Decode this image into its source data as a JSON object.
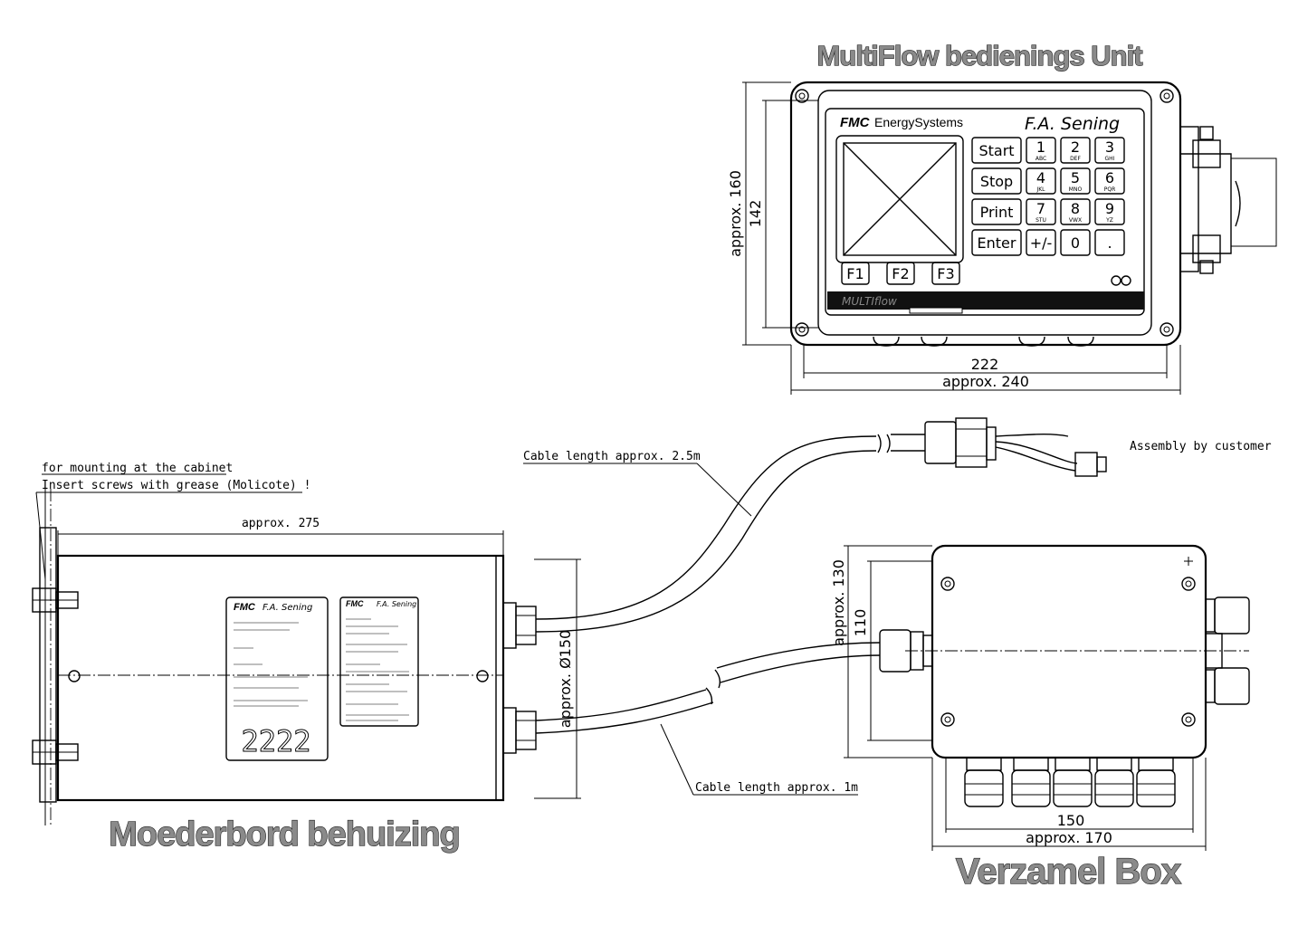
{
  "titles": {
    "unit": "MultiFlow bedienings Unit",
    "motherboard": "Moederbord behuizing",
    "box": "Verzamel Box"
  },
  "unit": {
    "brand": "FMC",
    "brand_suffix": "EnergySystems",
    "maker": "F.A. Sening",
    "display_label": "MULTIflow",
    "keys": [
      {
        "label": "Start",
        "sub": ""
      },
      {
        "label": "1",
        "sub": "ABC"
      },
      {
        "label": "2",
        "sub": "DEF"
      },
      {
        "label": "3",
        "sub": "GHI"
      },
      {
        "label": "Stop",
        "sub": ""
      },
      {
        "label": "4",
        "sub": "JKL"
      },
      {
        "label": "5",
        "sub": "MNO"
      },
      {
        "label": "6",
        "sub": "PQR"
      },
      {
        "label": "Print",
        "sub": ""
      },
      {
        "label": "7",
        "sub": "STU"
      },
      {
        "label": "8",
        "sub": "VWX"
      },
      {
        "label": "9",
        "sub": "YZ"
      },
      {
        "label": "Enter",
        "sub": ""
      },
      {
        "label": "+/-",
        "sub": ""
      },
      {
        "label": "0",
        "sub": ""
      },
      {
        "label": ".",
        "sub": ""
      }
    ],
    "fkeys": [
      "F1",
      "F2",
      "F3"
    ],
    "dims": {
      "height_outer": "approx. 160",
      "height_inner": "142",
      "width_inner": "222",
      "width_outer": "approx. 240"
    }
  },
  "motherboard": {
    "note_line1": "for mounting at the cabinet",
    "note_line2": "Insert screws with grease (Molicote) !",
    "width": "approx. 275",
    "diameter": "approx. Ø150",
    "plate1_brand": "FMC",
    "plate1_maker": "F.A. Sening",
    "plate1_digits": "2222",
    "plate2_brand": "FMC",
    "plate2_maker": "F.A. Sening"
  },
  "cables": {
    "long": "Cable length approx. 2.5m",
    "short": "Cable length approx. 1m",
    "assembly": "Assembly by customer"
  },
  "box": {
    "height_outer": "approx. 130",
    "height_inner": "110",
    "width_inner": "150",
    "width_outer": "approx. 170"
  }
}
